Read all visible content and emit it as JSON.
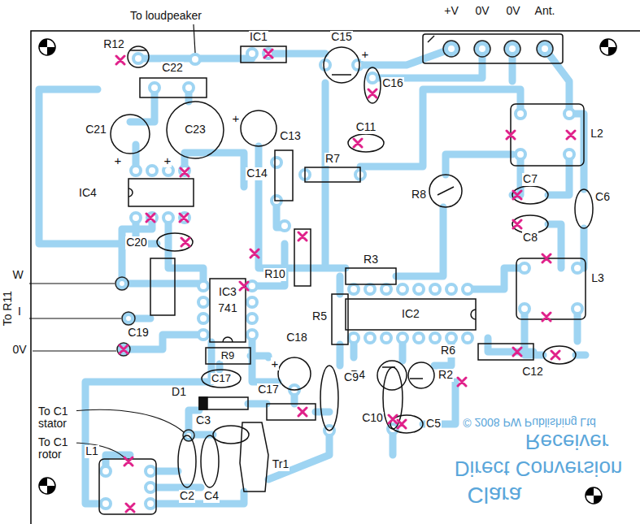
{
  "diagram": {
    "labels": [
      "To loudpeaker",
      "+V",
      "0V",
      "0V",
      "Ant.",
      "R12",
      "C22",
      "IC1",
      "C15",
      "+",
      "C16",
      "C21",
      "C23",
      "+",
      "C13",
      "C11",
      "L2",
      "+",
      "+",
      "C14",
      "R7",
      "IC4",
      "R8",
      "C7",
      "C6",
      "C8",
      "C20",
      "R10",
      "R3",
      "L3",
      "W",
      "IC3",
      "741",
      "To R11",
      "I",
      "R5",
      "IC2",
      "C19",
      "0V",
      "R9",
      "+",
      "C18",
      "R6",
      "C12",
      "R4",
      "C9",
      "R2",
      "C17",
      "C17",
      "D1",
      "To C1 stator",
      "C10",
      "C3",
      "C5",
      "To C1 rotor",
      "L1",
      "Tr1",
      "C2",
      "C4",
      "© 2008 PW Publishing Ltd",
      "Receiver",
      "Direct Conversion",
      "Clara"
    ]
  }
}
